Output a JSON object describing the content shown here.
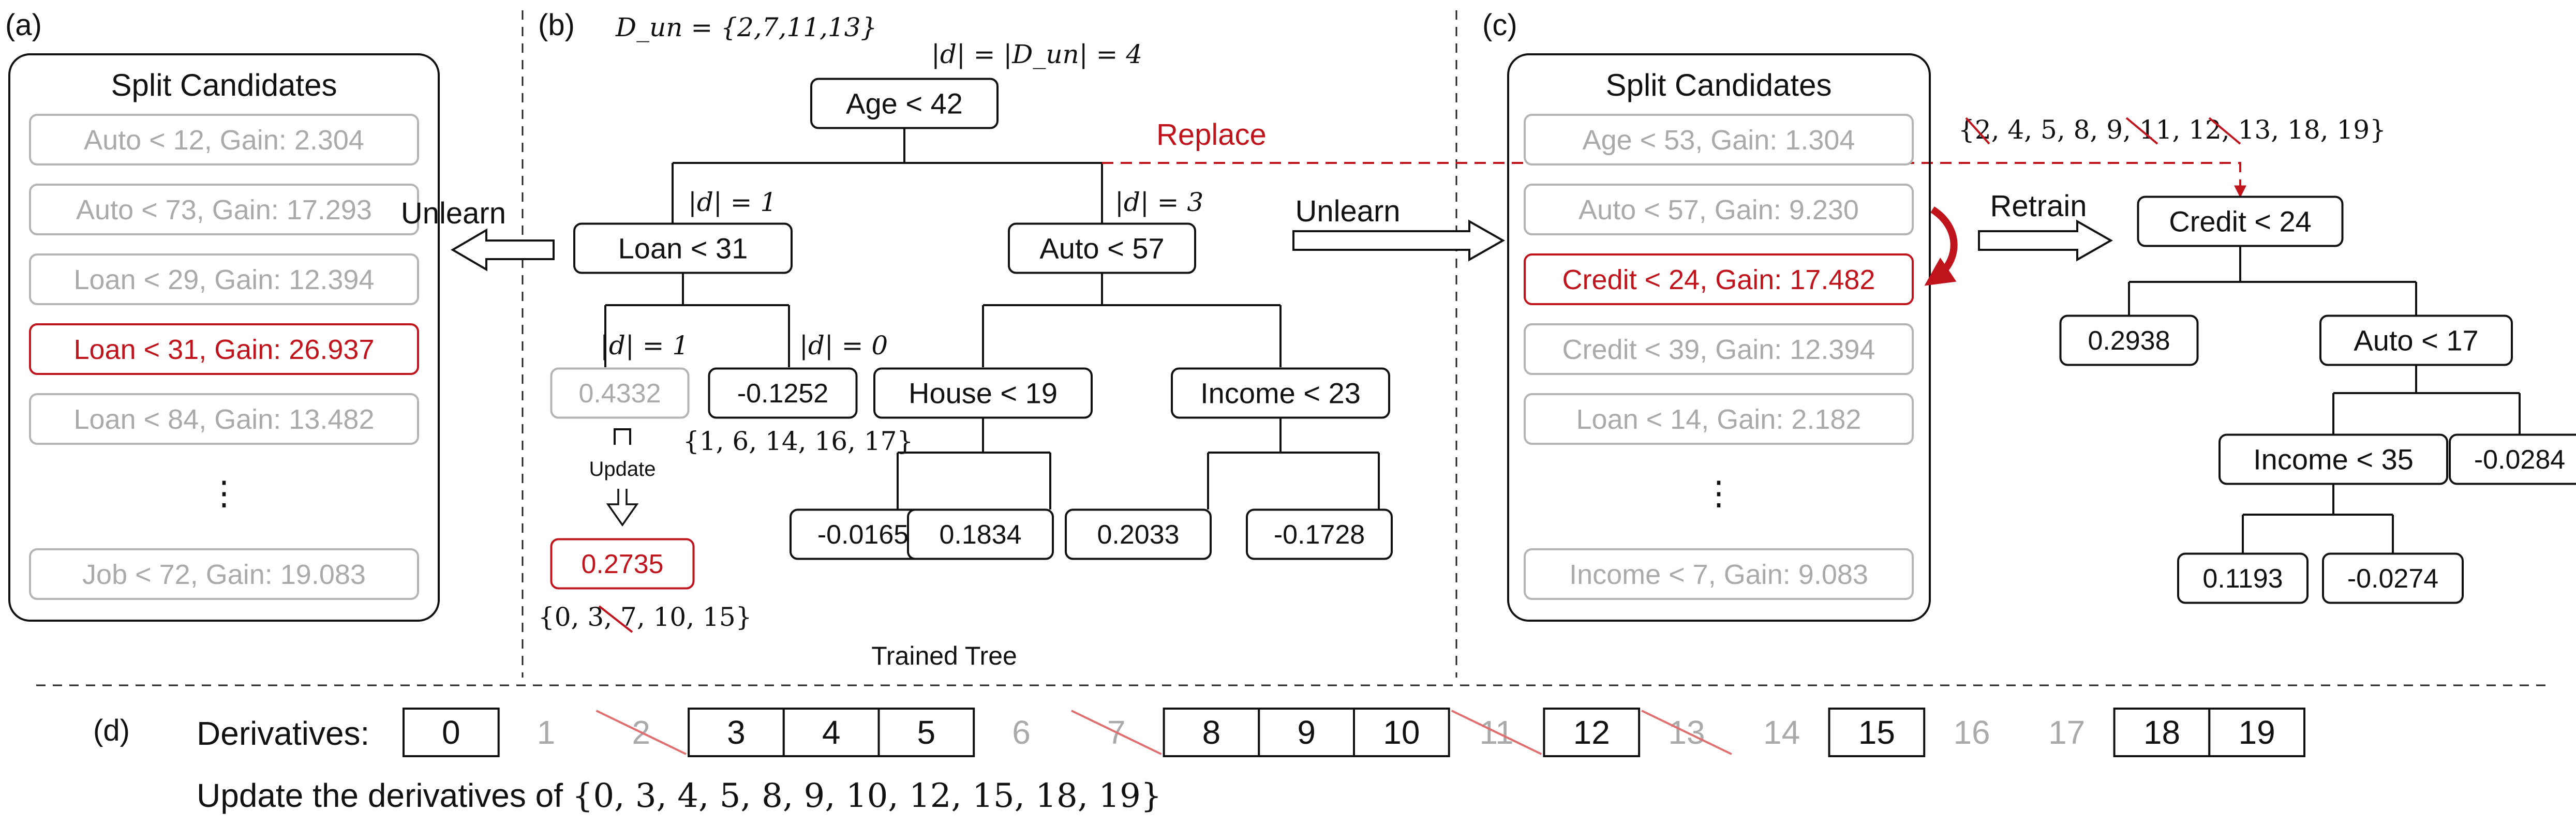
{
  "colors": {
    "red": "#c0141c",
    "gray_text": "#aaaaaa",
    "gray_box": "#b4b4b4",
    "black": "#111111",
    "strike": "#e06e6e"
  },
  "panel_a": {
    "label": "(a)",
    "title": "Split Candidates",
    "candidates": [
      "Auto < 12, Gain: 2.304",
      "Auto < 73, Gain: 17.293",
      "Loan < 29, Gain: 12.394",
      "Loan < 31, Gain: 26.937",
      "Loan < 84, Gain: 13.482",
      "Job < 72, Gain: 19.083"
    ],
    "selected_index": 3,
    "ellipsis": "⋮"
  },
  "panel_b": {
    "label": "(b)",
    "dun": "D_un = {2,7,11,13}",
    "d_size": "|d| = |D_un| = 4",
    "root": "Age < 42",
    "replace_label": "Replace",
    "loan": "Loan < 31",
    "auto": "Auto < 57",
    "d_loan": "|d| = 1",
    "d_auto": "|d| = 3",
    "d_leaf_a": "|d| = 1",
    "d_leaf_b": "|d| = 0",
    "leaf_old": "0.4332",
    "leaf_2": "-0.1252",
    "leaf_2_set": "{1, 6, 14, 16, 17}",
    "house": "House < 19",
    "income": "Income < 23",
    "leaves_bottom": [
      "-0.0165",
      "0.1834",
      "0.2033",
      "-0.1728"
    ],
    "update_label": "Update",
    "leaf_new": "0.2735",
    "leaf_new_set": [
      "{0, 3, ",
      "7",
      ", 10, 15}"
    ],
    "caption": "Trained Tree",
    "unlearn_left": "Unlearn",
    "unlearn_right": "Unlearn"
  },
  "panel_c": {
    "label": "(c)",
    "title": "Split Candidates",
    "candidates": [
      "Age < 53, Gain: 1.304",
      "Auto < 57, Gain: 9.230",
      "Credit < 24, Gain: 17.482",
      "Credit < 39, Gain: 12.394",
      "Loan < 14, Gain: 2.182",
      "Income < 7, Gain: 9.083"
    ],
    "selected_index": 2,
    "ellipsis": "⋮",
    "retrain_label": "Retrain",
    "set_tokens": [
      "{",
      "2",
      ", 4, 5, 8, 9, ",
      "11",
      ", 12, ",
      "13",
      ", 18, 19}"
    ],
    "tree": {
      "root": "Credit < 24",
      "leaf_a": "0.2938",
      "auto": "Auto < 17",
      "income": "Income < 35",
      "leaf_b": "-0.0284",
      "leaf_c": "0.1193",
      "leaf_d": "-0.0274"
    }
  },
  "panel_d": {
    "label": "(d)",
    "derivatives_label": "Derivatives:",
    "cells": [
      {
        "v": "0",
        "s": "active"
      },
      {
        "v": "1",
        "s": "inactive"
      },
      {
        "v": "2",
        "s": "removed"
      },
      {
        "v": "3",
        "s": "active"
      },
      {
        "v": "4",
        "s": "active"
      },
      {
        "v": "5",
        "s": "active"
      },
      {
        "v": "6",
        "s": "inactive"
      },
      {
        "v": "7",
        "s": "removed"
      },
      {
        "v": "8",
        "s": "active"
      },
      {
        "v": "9",
        "s": "active"
      },
      {
        "v": "10",
        "s": "active"
      },
      {
        "v": "11",
        "s": "removed"
      },
      {
        "v": "12",
        "s": "active"
      },
      {
        "v": "13",
        "s": "removed"
      },
      {
        "v": "14",
        "s": "inactive"
      },
      {
        "v": "15",
        "s": "active"
      },
      {
        "v": "16",
        "s": "inactive"
      },
      {
        "v": "17",
        "s": "inactive"
      },
      {
        "v": "18",
        "s": "active"
      },
      {
        "v": "19",
        "s": "active"
      }
    ],
    "update_prefix": "Update the derivatives of ",
    "update_set": "{0, 3, 4, 5, 8, 9, 10, 12, 15, 18, 19}"
  }
}
